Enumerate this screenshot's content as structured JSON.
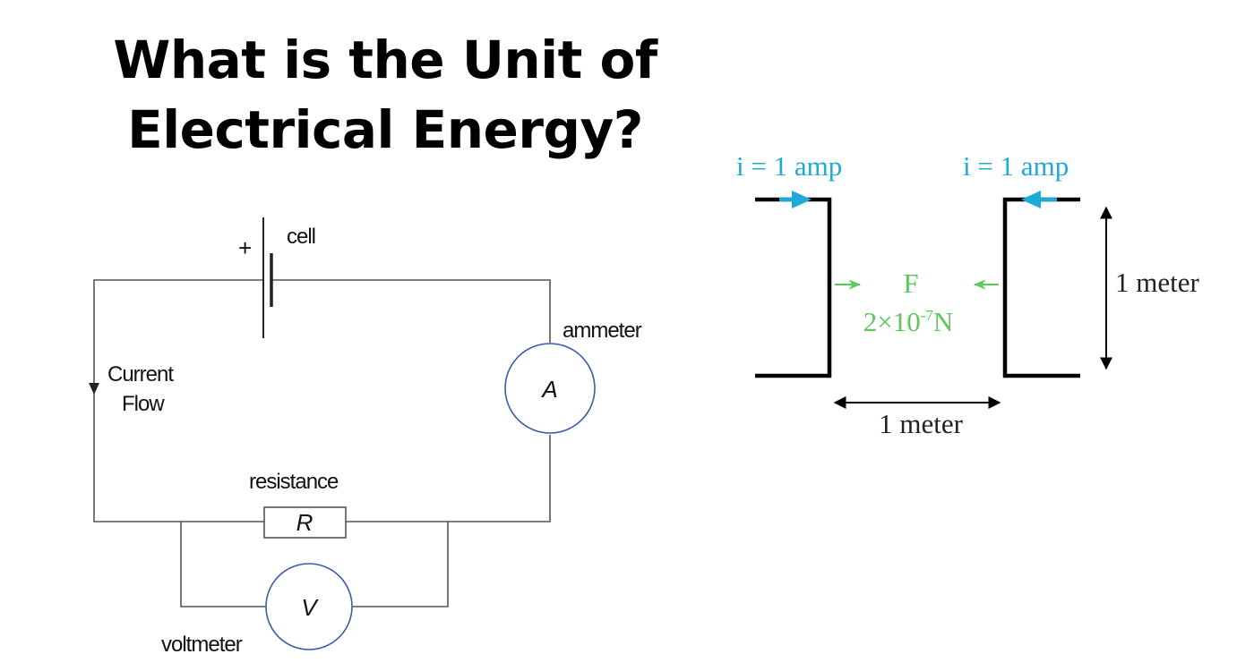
{
  "title": {
    "line1": "What is the Unit of",
    "line2": "Electrical Energy?"
  },
  "circuit": {
    "cell_label": "cell",
    "plus_sign": "+",
    "current_label_line1": "Current",
    "current_label_line2": "Flow",
    "ammeter_label": "ammeter",
    "ammeter_symbol": "A",
    "resistance_label": "resistance",
    "resistor_symbol": "R",
    "voltmeter_symbol": "V",
    "voltmeter_label": "voltmeter"
  },
  "force_diagram": {
    "current_left": "i = 1 amp",
    "current_right": "i = 1 amp",
    "force_symbol": "F",
    "force_value_base": "2×10",
    "force_value_exp": "-7",
    "force_value_unit": "N",
    "vertical_distance": "1 meter",
    "horizontal_distance": "1 meter"
  },
  "colors": {
    "current": "#1ea9d6",
    "force": "#5cc85c",
    "wire": "#000000",
    "circuit_line": "#555555",
    "meter_circle": "#3a5ca8"
  }
}
